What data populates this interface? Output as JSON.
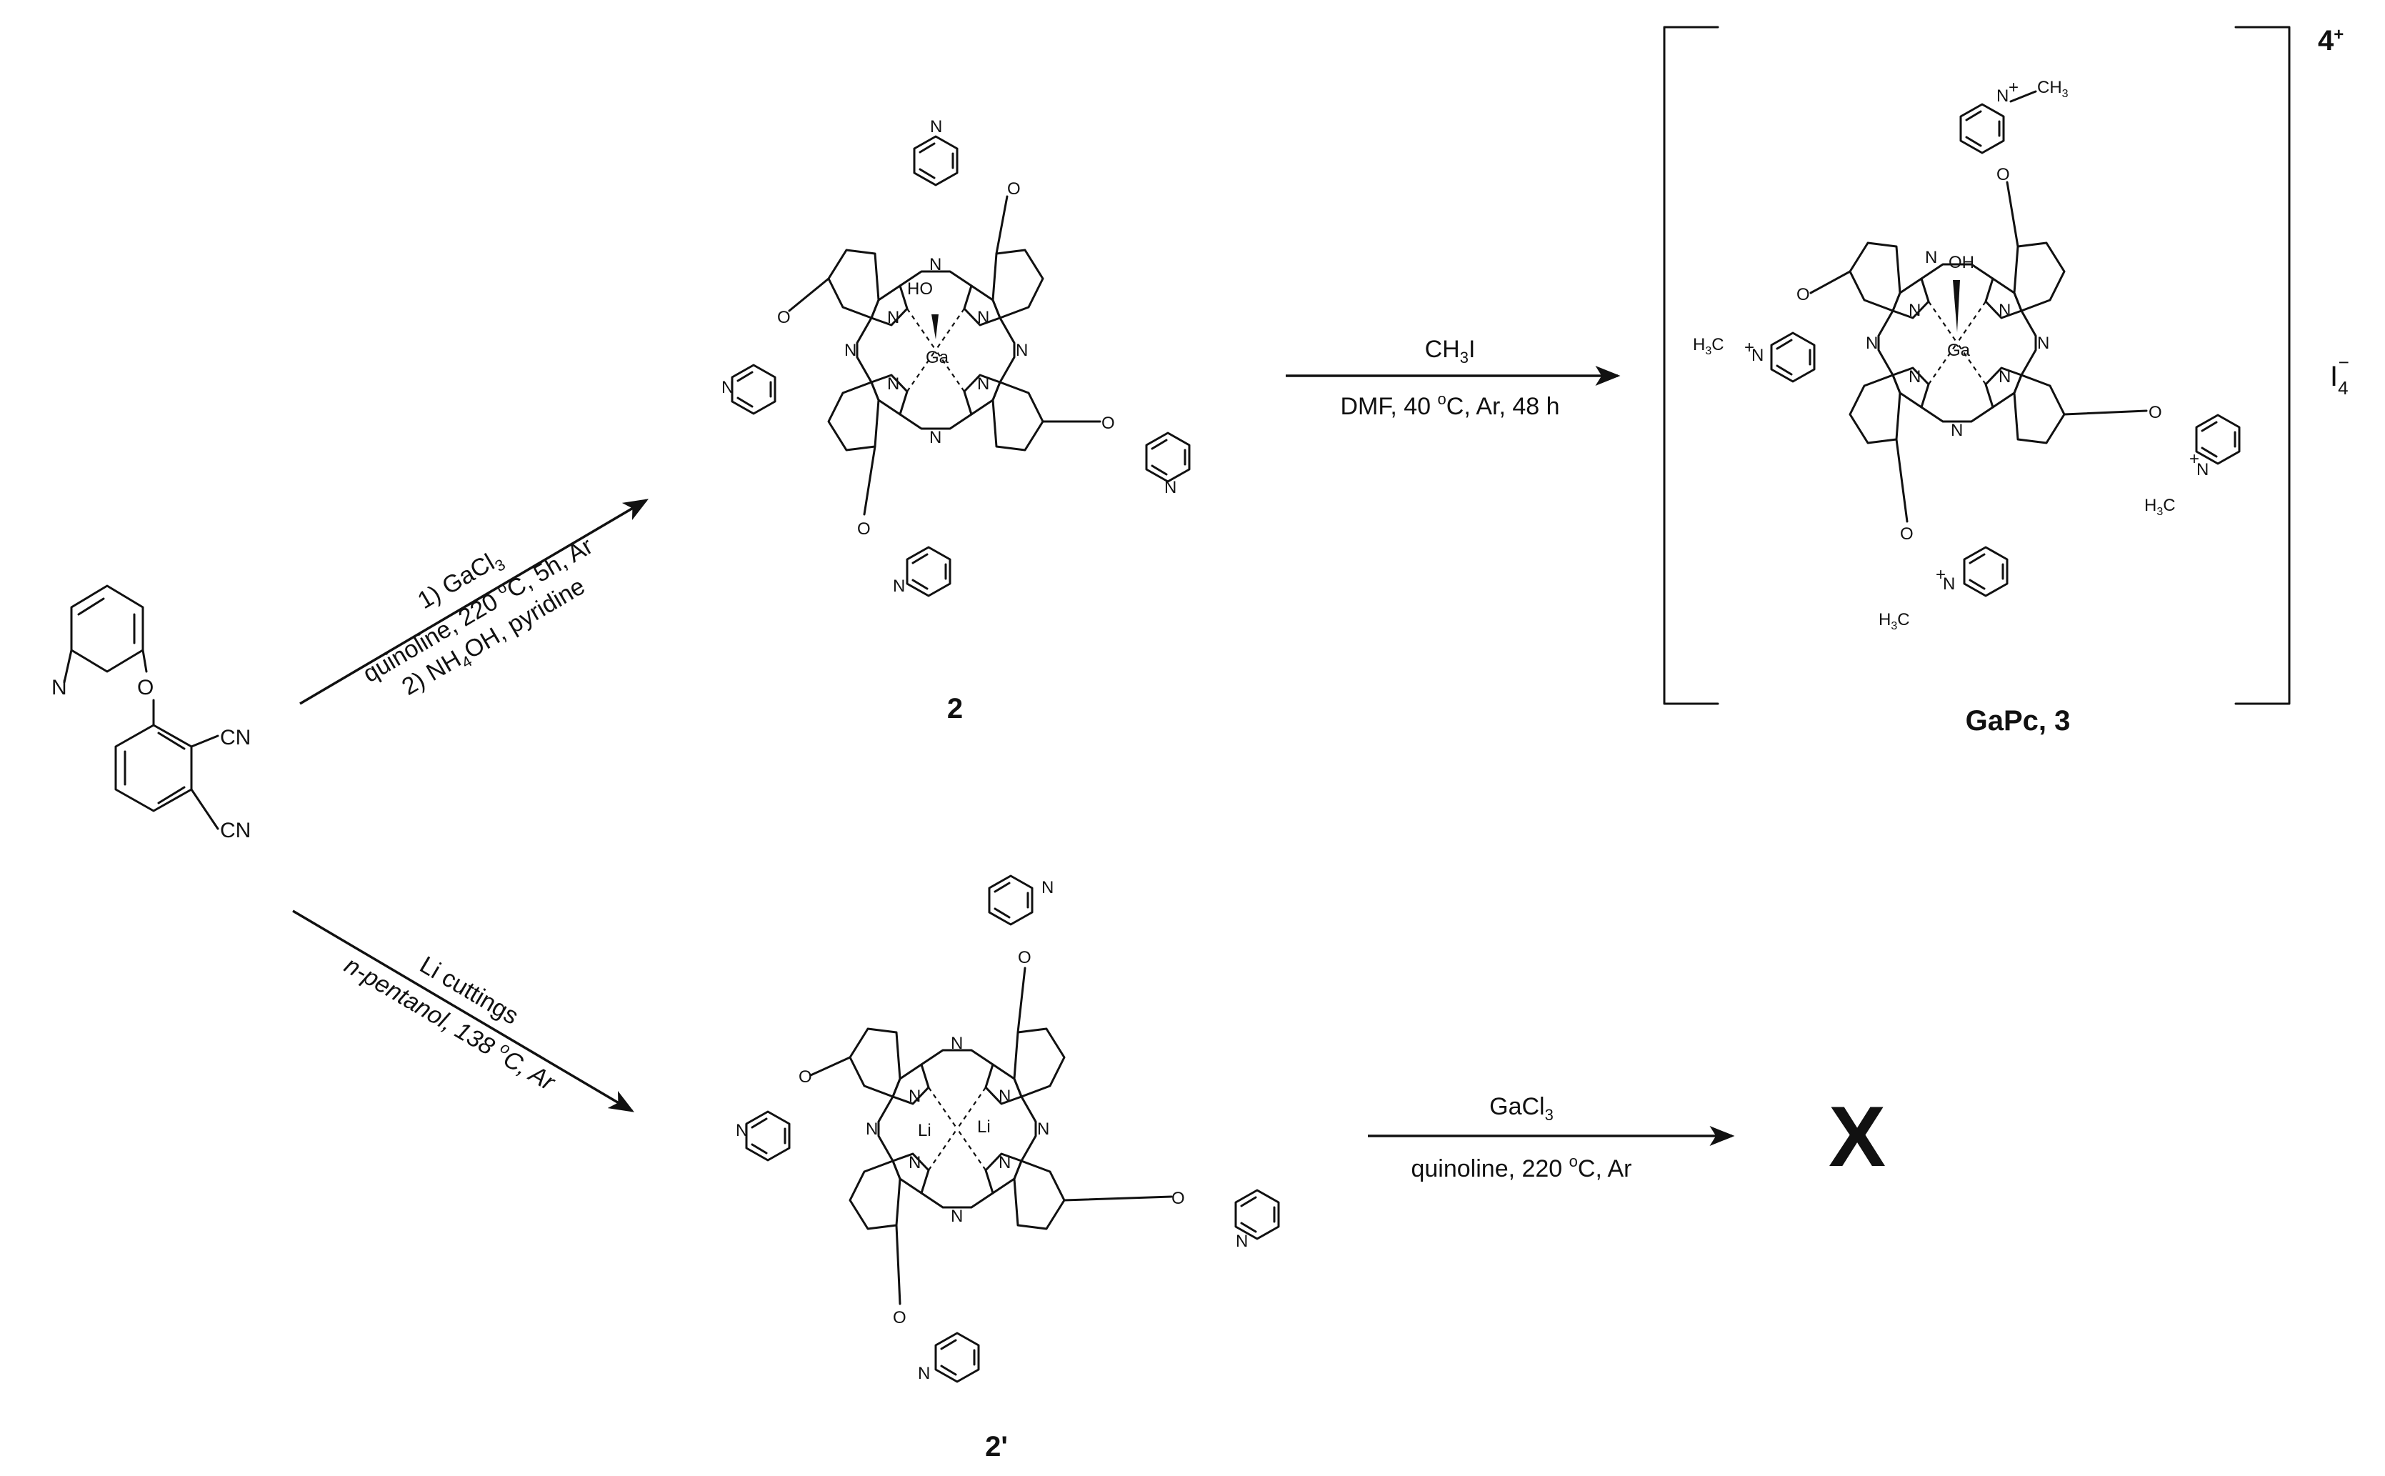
{
  "atoms": {
    "n": "N",
    "o": "O",
    "cn": "CN",
    "ga": "Ga",
    "li": "Li",
    "ho": "HO",
    "oh": "OH",
    "ch3": "CH",
    "ch3_sub": "3",
    "h3c": "H",
    "h3c_sub": "3",
    "h3c_c": "C",
    "plus": "+"
  },
  "arrows": {
    "step1": {
      "line1_pre": "1) GaCl",
      "line1_sub": "3",
      "line2_pre": "quinoline, 220 ",
      "line2_sup": "o",
      "line2_post": "C, 5h, Ar",
      "line3_pre": "2) NH",
      "line3_sub": "4",
      "line3_post": "OH, pyridine"
    },
    "step2": {
      "above_pre": "CH",
      "above_sub": "3",
      "above_post": "I",
      "below_pre": "DMF, 40 ",
      "below_sup": "o",
      "below_post": "C, Ar, 48 h"
    },
    "step3": {
      "line1": "Li cuttings",
      "line2_pre": "n-pentanol, 138 ",
      "line2_sup": "o",
      "line2_post": "C, Ar"
    },
    "step4": {
      "above_pre": "GaCl",
      "above_sub": "3",
      "below_pre": "quinoline, 220 ",
      "below_sup": "o",
      "below_post": "C, Ar"
    }
  },
  "compounds": {
    "c2": "2",
    "c3": "GaPc, 3",
    "c2p": "2'",
    "product_x": "X"
  },
  "charges": {
    "bracket_charge": "4",
    "bracket_charge_sign": "+",
    "counter_ion_base": "I",
    "counter_ion_sub": "4",
    "counter_ion_sup": "−"
  }
}
